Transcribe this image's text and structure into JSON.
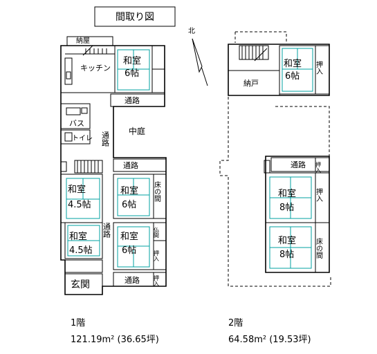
{
  "title": "間取り図",
  "compass": "北",
  "floor1": {
    "label": "1階",
    "area": "121.19m² (36.65坪)",
    "rooms": {
      "storage": "納屋",
      "kitchen": "キッチン",
      "washitsu_ne": "和室",
      "washitsu_ne_size": "6帖",
      "corridor_top": "通路",
      "bath": "バス",
      "toilet": "トイレ",
      "corridor_vertical": "通路",
      "courtyard": "中庭",
      "corridor_mid": "通路",
      "washitsu_w1": "和室",
      "washitsu_w1_size": "4.5帖",
      "washitsu_c1": "和室",
      "washitsu_c1_size": "6帖",
      "tokonoma1": "床の間",
      "corridor_vertical2": "通路",
      "washitsu_w2": "和室",
      "washitsu_w2_size": "4.5帖",
      "washitsu_c2": "和室",
      "washitsu_c2_size": "6帖",
      "butsuma": "仏間",
      "oshiire1": "押入",
      "entrance": "玄関",
      "corridor_bottom": "通路",
      "oshiire2": "押入"
    }
  },
  "floor2": {
    "label": "2階",
    "area": "64.58m² (19.53坪)",
    "rooms": {
      "washitsu_top": "和室",
      "washitsu_top_size": "6帖",
      "oshiire_top": "押入",
      "nando": "納戸",
      "corridor": "通路",
      "oshiire_corr": "押入",
      "washitsu_mid": "和室",
      "washitsu_mid_size": "8帖",
      "oshiire_mid": "押入",
      "washitsu_bot": "和室",
      "washitsu_bot_size": "8帖",
      "tokonoma": "床の間"
    }
  }
}
